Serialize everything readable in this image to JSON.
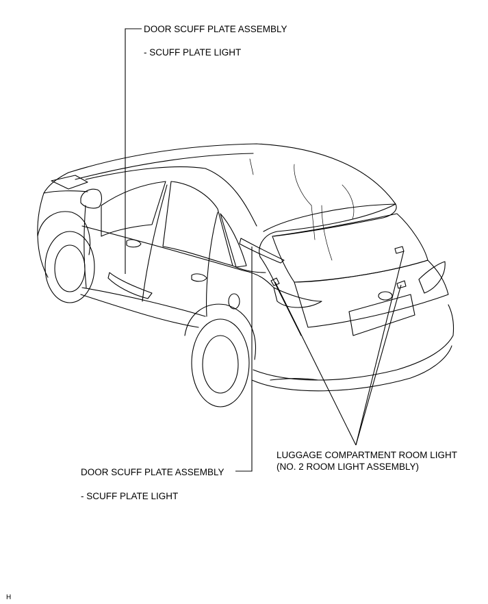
{
  "labels": {
    "top_left_title": "DOOR SCUFF PLATE ASSEMBLY",
    "top_left_sub": "- SCUFF PLATE LIGHT",
    "bottom_left_title": "DOOR SCUFF PLATE ASSEMBLY",
    "bottom_left_sub": "- SCUFF PLATE LIGHT",
    "right_line1": "LUGGAGE COMPARTMENT ROOM LIGHT",
    "right_line2": "(NO. 2 ROOM LIGHT ASSEMBLY)",
    "corner_mark": "H"
  }
}
